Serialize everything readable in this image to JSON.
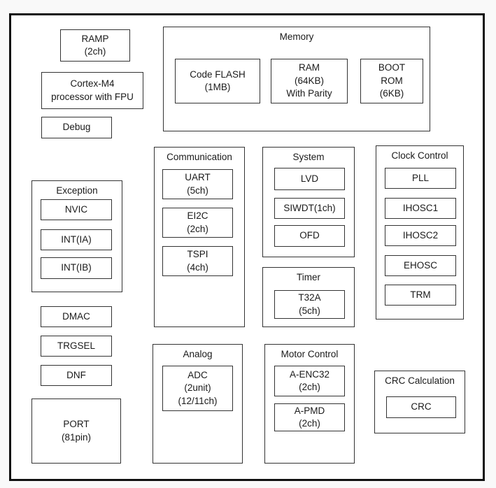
{
  "colors": {
    "background": "#f9f9f9",
    "surface": "#ffffff",
    "border": "#333333",
    "frame_border": "#111111",
    "text": "#1a1a1a"
  },
  "diagram": {
    "cpu": {
      "ramp": "RAMP\n(2ch)",
      "cortex": "Cortex-M4\nprocessor with FPU",
      "debug": "Debug"
    },
    "memory": {
      "title": "Memory",
      "code_flash": "Code FLASH\n(1MB)",
      "ram": "RAM\n(64KB)\nWith Parity",
      "boot_rom": "BOOT\nROM\n(6KB)"
    },
    "communication": {
      "title": "Communication",
      "uart": "UART\n(5ch)",
      "ei2c": "EI2C\n(2ch)",
      "tspi": "TSPI\n(4ch)"
    },
    "system": {
      "title": "System",
      "lvd": "LVD",
      "siwdt": "SIWDT(1ch)",
      "ofd": "OFD"
    },
    "timer": {
      "title": "Timer",
      "t32a": "T32A\n(5ch)"
    },
    "clock_control": {
      "title": "Clock Control",
      "pll": "PLL",
      "ihosc1": "IHOSC1",
      "ihosc2": "IHOSC2",
      "ehosc": "EHOSC",
      "trm": "TRM"
    },
    "exception": {
      "title": "Exception",
      "nvic": "NVIC",
      "int_ia": "INT(IA)",
      "int_ib": "INT(IB)"
    },
    "dma_misc": {
      "dmac": "DMAC",
      "trgsel": "TRGSEL",
      "dnf": "DNF",
      "port": "PORT\n(81pin)"
    },
    "analog": {
      "title": "Analog",
      "adc": "ADC\n(2unit)\n(12/11ch)"
    },
    "motor_control": {
      "title": "Motor Control",
      "a_enc32": "A-ENC32\n(2ch)",
      "a_pmd": "A-PMD\n(2ch)"
    },
    "crc_calculation": {
      "title": "CRC Calculation",
      "crc": "CRC"
    }
  }
}
